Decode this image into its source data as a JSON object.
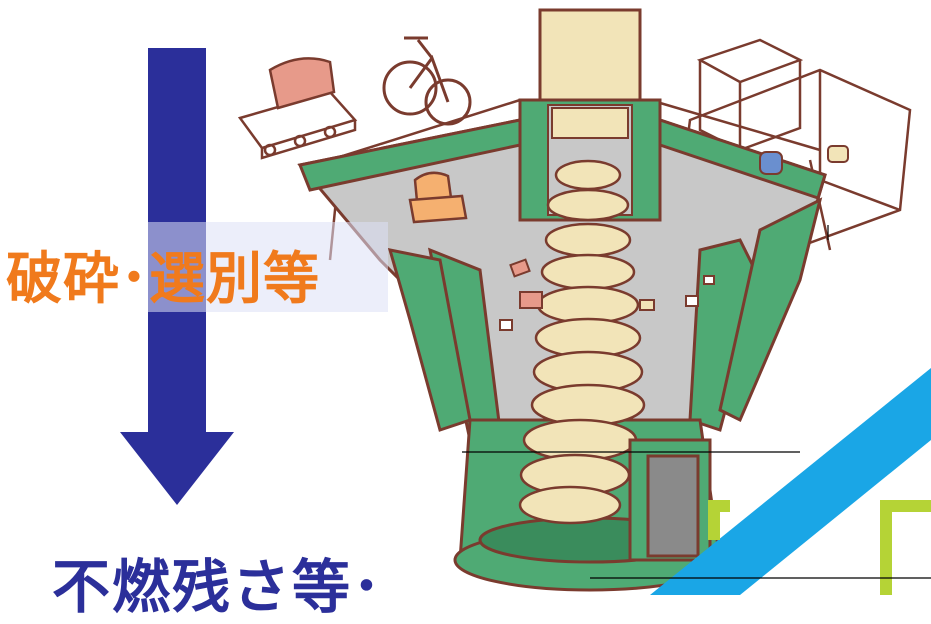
{
  "labels": {
    "process": "破砕･選別等",
    "residue": "不燃残さ等･"
  },
  "icons": {
    "flow_arrow": "down-arrow-icon",
    "machine": "crusher-machine-illustration"
  },
  "colors": {
    "arrow": "#2b2f9a",
    "process_text": "#f07a1c",
    "machine_body": "#4faa74",
    "hopper": "#c8c8c8",
    "rotor": "#f2e4b8",
    "outline": "#7a3b2e",
    "stripe": "#1aa6e6",
    "accent_green": "#b5d336"
  }
}
